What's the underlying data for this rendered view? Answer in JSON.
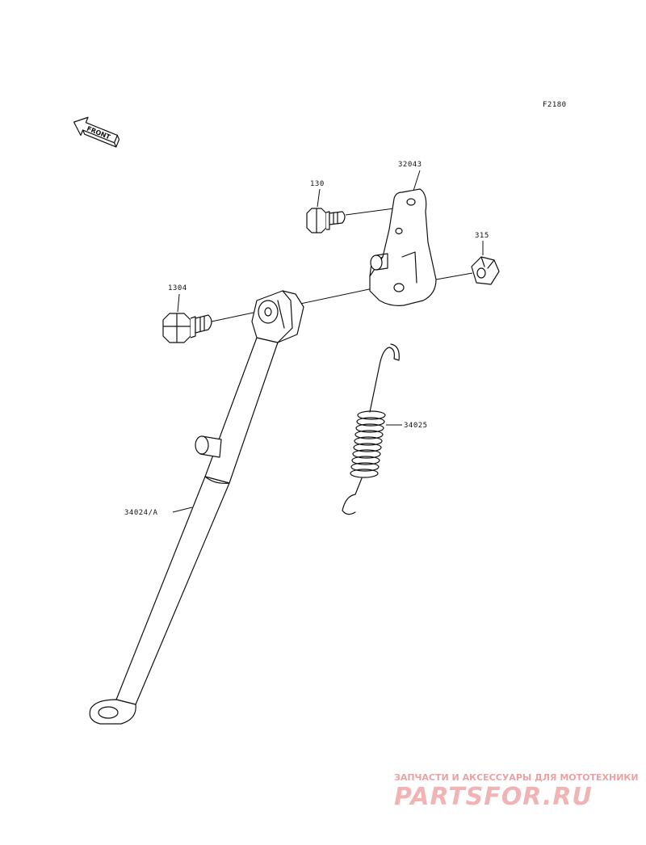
{
  "diagram_code": "F2180",
  "front_indicator": {
    "text": "FRONT"
  },
  "parts": [
    {
      "id": "32043"
    },
    {
      "id": "130"
    },
    {
      "id": "315"
    },
    {
      "id": "1304"
    },
    {
      "id": "34025"
    },
    {
      "id": "34024/A"
    }
  ],
  "watermark": {
    "subtitle": "ЗАПЧАСТИ И АКСЕССУАРЫ ДЛЯ МОТОТЕХНИКИ",
    "logo_text": "PARTSFOR.RU",
    "color": "#f1b4b4"
  }
}
